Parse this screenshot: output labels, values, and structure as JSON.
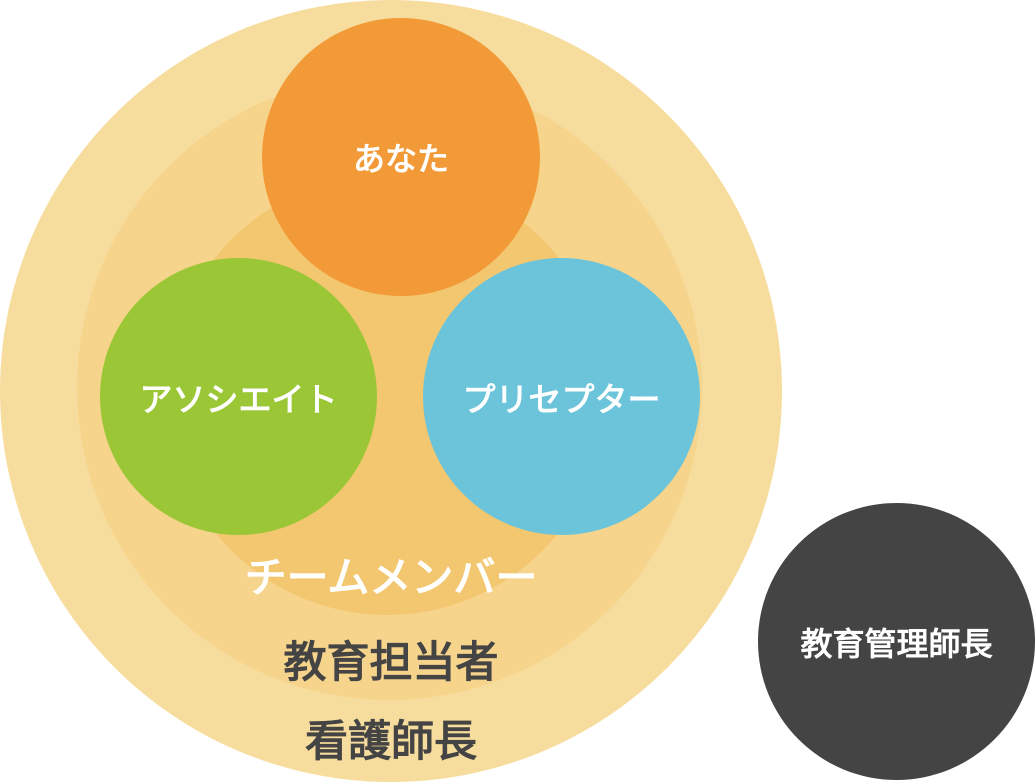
{
  "diagram": {
    "rings": {
      "outer_label": "看護師長",
      "middle_label": "教育担当者",
      "inner_label": "チームメンバー"
    },
    "nodes": {
      "you": "あなた",
      "associate": "アソシエイト",
      "preceptor": "プリセプター",
      "education_manager": "教育管理師長"
    },
    "colors": {
      "outer_ring": "#f7dd9d",
      "middle_ring": "#f6d48c",
      "inner_ring": "#f3c770",
      "you": "#f29a38",
      "associate": "#9bc737",
      "preceptor": "#6bc4d9",
      "education_manager": "#444444",
      "dark_text": "#444444",
      "light_text": "#ffffff"
    }
  }
}
